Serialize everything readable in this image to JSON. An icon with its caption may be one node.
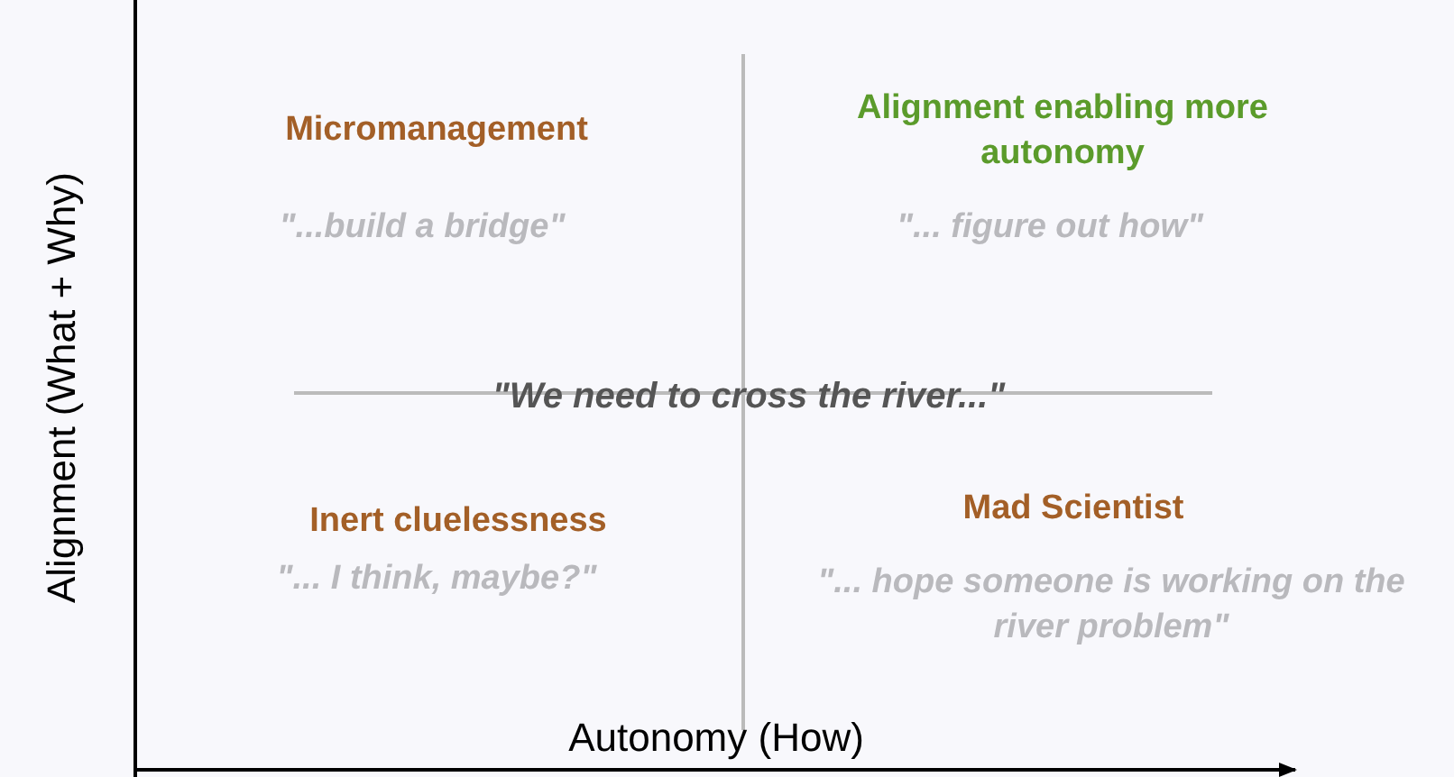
{
  "diagram": {
    "labels": [
      "Alignment (What + Why)",
      "Micromanagement",
      "Alignment enabling more autonomy",
      "\"...build a bridge\"",
      "\"... figure out how\"",
      "\"We need to cross the river...\"",
      "Inert cluelessness",
      "Mad Scientist",
      "\"... I think, maybe?\"",
      "\"... hope someone is working on the river problem\"",
      "Autonomy (How)"
    ]
  }
}
